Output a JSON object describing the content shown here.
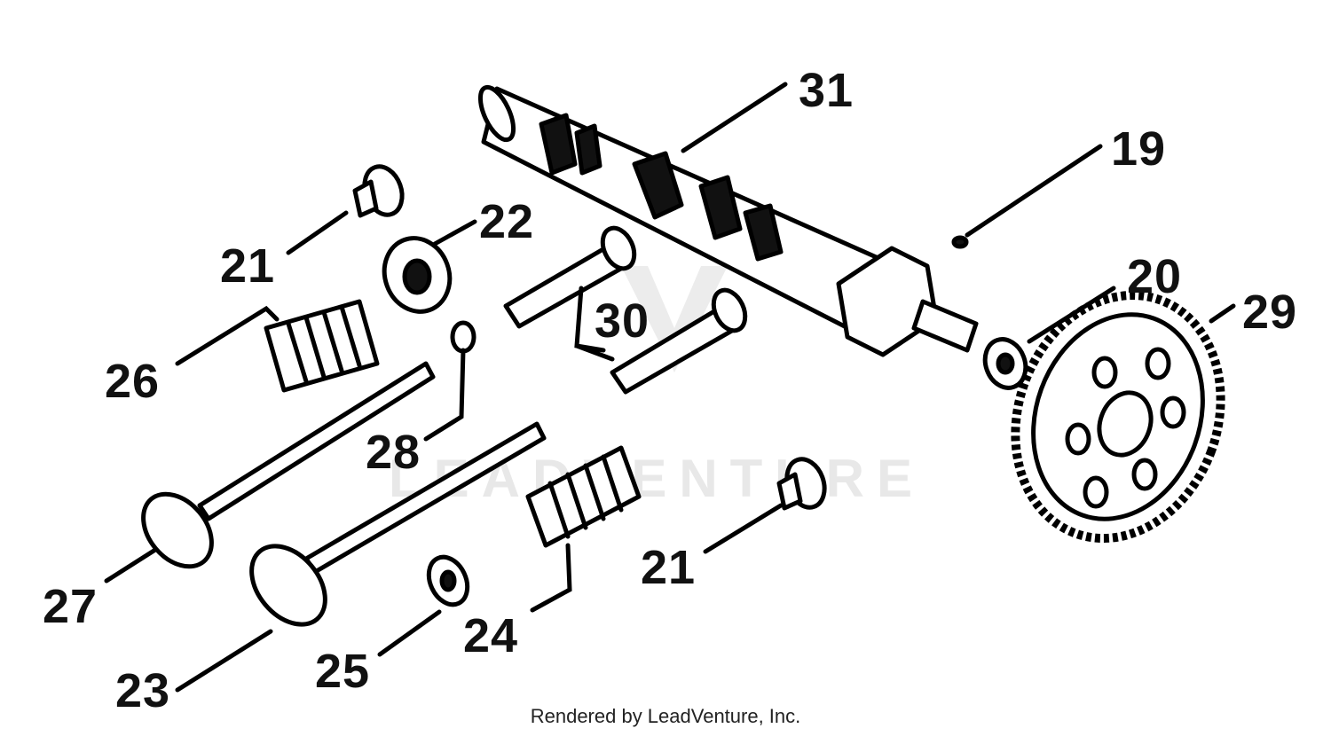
{
  "diagram": {
    "labels": {
      "p31": "31",
      "p19": "19",
      "p22": "22",
      "p21a": "21",
      "p20": "20",
      "p29": "29",
      "p30": "30",
      "p26": "26",
      "p28": "28",
      "p27": "27",
      "p21b": "21",
      "p24": "24",
      "p23": "23",
      "p25": "25"
    },
    "footer": "Rendered by LeadVenture, Inc.",
    "watermark": "LEADVENTURE"
  }
}
